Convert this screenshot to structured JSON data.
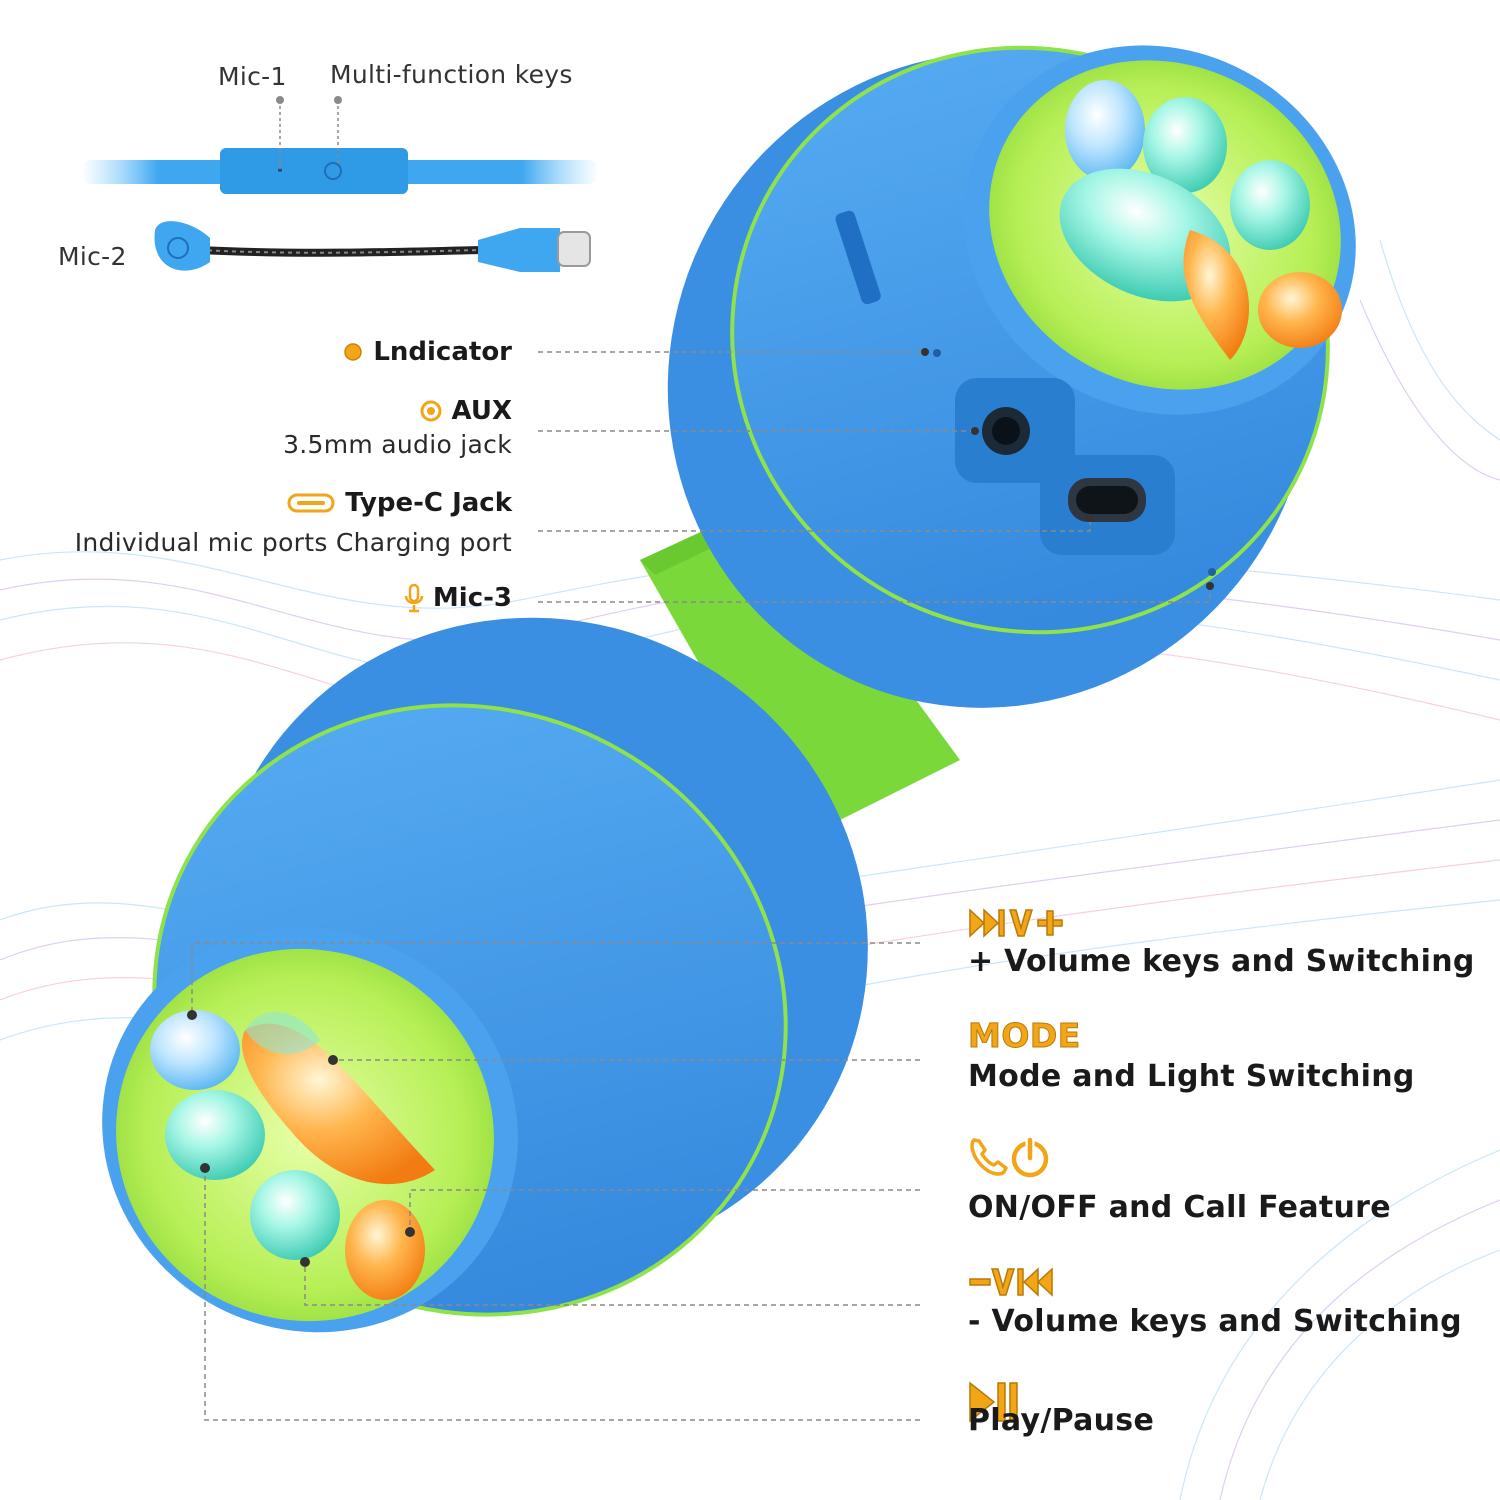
{
  "colors": {
    "accent_orange": "#f2a516",
    "earcup_blue": "#3f96ea",
    "band_green": "#7ad83a",
    "led_green": "#b9f05a",
    "leader_line": "#8a8a8a"
  },
  "cable_callouts": {
    "mic1": "Mic-1",
    "multi_function_keys": "Multi-function keys",
    "mic2": "Mic-2"
  },
  "port_callouts": [
    {
      "icon": "indicator-dot-icon",
      "title": "Lndicator",
      "subtitle": ""
    },
    {
      "icon": "aux-ring-icon",
      "title": "AUX",
      "subtitle": "3.5mm audio jack"
    },
    {
      "icon": "type-c-icon",
      "title": "Type-C Jack",
      "subtitle": "Individual mic ports Charging port"
    },
    {
      "icon": "microphone-icon",
      "title": "Mic-3",
      "subtitle": ""
    }
  ],
  "button_callouts": [
    {
      "icon": "next-volume-up-icon",
      "symbol": "",
      "label": "+ Volume keys and Switching"
    },
    {
      "icon": "mode-text-icon",
      "symbol": "MODE",
      "label": "Mode and Light Switching"
    },
    {
      "icon": "phone-power-icon",
      "symbol": "",
      "label": "ON/OFF and Call Feature"
    },
    {
      "icon": "volume-down-previous-icon",
      "symbol": "",
      "label": "- Volume keys and Switching"
    },
    {
      "icon": "play-pause-icon",
      "symbol": "",
      "label": "Play/Pause"
    }
  ]
}
